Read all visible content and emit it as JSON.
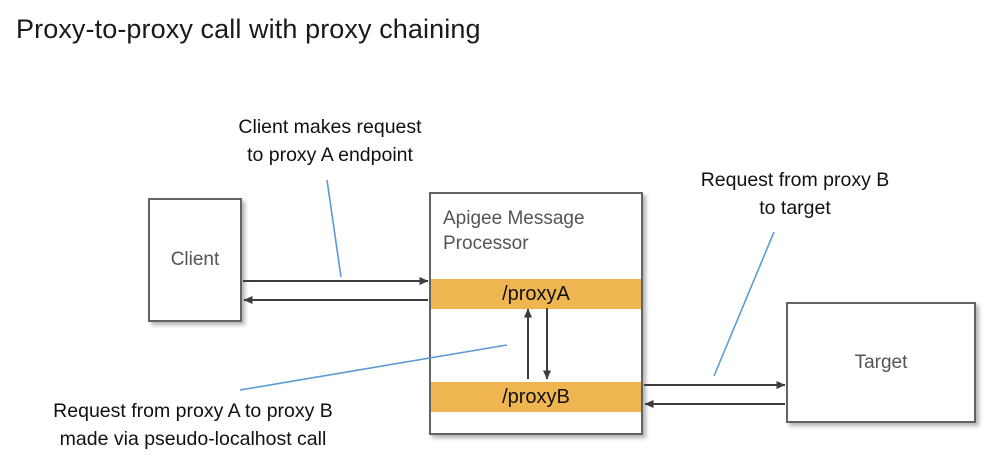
{
  "title": "Proxy-to-proxy call with proxy chaining",
  "colors": {
    "band": "#efb550",
    "box_border": "#636363",
    "box_label": "#555555",
    "arrow": "#3d3d3d",
    "leader": "#5b9bd5",
    "background": "#ffffff",
    "title_text": "#1a1a1a"
  },
  "boxes": {
    "client": {
      "label": "Client"
    },
    "target": {
      "label": "Target"
    },
    "message_processor": {
      "label": "Apigee Message\nProcessor",
      "bands": [
        {
          "label": "/proxyA"
        },
        {
          "label": "/proxyB"
        }
      ]
    }
  },
  "annotations": {
    "client_request": "Client makes request\nto proxy A endpoint",
    "target_request": "Request from proxy B\nto target",
    "proxy_chain": "Request from proxy A to proxy B\nmade via pseudo-localhost call"
  },
  "flows": [
    {
      "name": "client-to-proxya",
      "from": "Client",
      "to": "/proxyA",
      "direction": "right"
    },
    {
      "name": "proxya-to-client",
      "from": "/proxyA",
      "to": "Client",
      "direction": "left"
    },
    {
      "name": "proxyb-to-proxya",
      "from": "/proxyB",
      "to": "/proxyA",
      "direction": "up"
    },
    {
      "name": "proxya-to-proxyb",
      "from": "/proxyA",
      "to": "/proxyB",
      "direction": "down"
    },
    {
      "name": "proxyb-to-target",
      "from": "/proxyB",
      "to": "Target",
      "direction": "right"
    },
    {
      "name": "target-to-proxyb",
      "from": "Target",
      "to": "/proxyB",
      "direction": "left"
    }
  ]
}
